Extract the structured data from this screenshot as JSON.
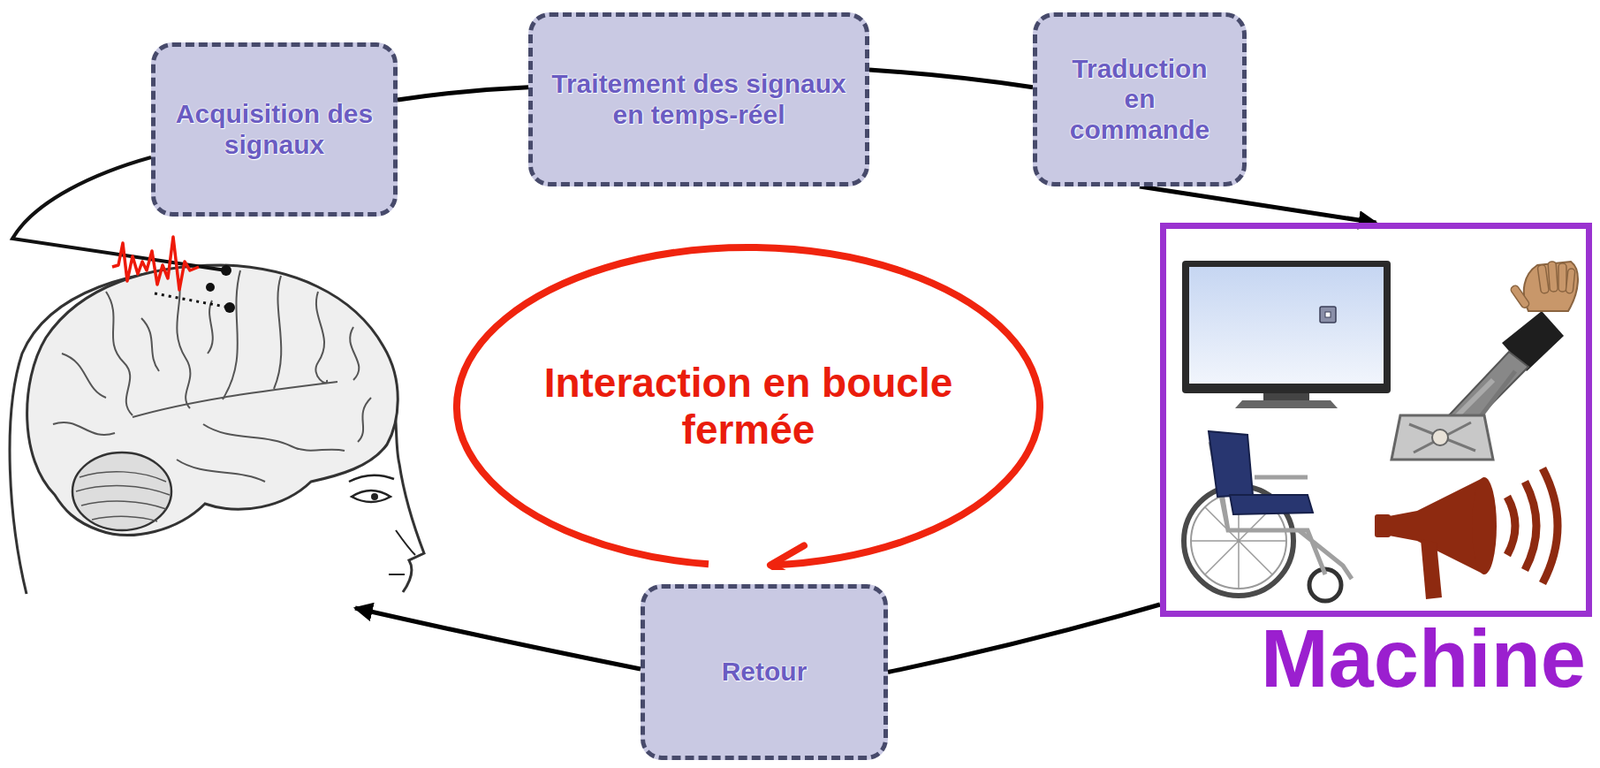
{
  "diagram": {
    "nodes": [
      {
        "text": [
          "Acquisition des signaux"
        ]
      },
      {
        "text": [
          "Traitement des signaux en temps-réel"
        ]
      },
      {
        "text": [
          "Traduction en commande"
        ]
      },
      {
        "text": [
          "Machine"
        ]
      },
      {
        "text": [
          "Interaction en boucle fermée"
        ]
      },
      {
        "text": [
          "Retour"
        ]
      }
    ],
    "edges": [
      {
        "from": 0,
        "to": 1,
        "arrow": "none"
      },
      {
        "from": 1,
        "to": 2,
        "arrow": "none"
      },
      {
        "from": 2,
        "to": 3,
        "arrow": "to"
      },
      {
        "from": 3,
        "to": 5,
        "arrow": "none"
      }
    ]
  }
}
